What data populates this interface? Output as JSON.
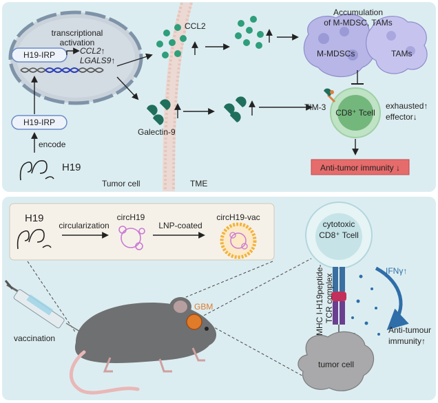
{
  "top_panel": {
    "tumor_cell": {
      "transcriptional_activation": [
        "transcriptional",
        "activation"
      ],
      "h19_irp_nuclear": "H19-IRP",
      "h19_irp_cytoplasm": "H19-IRP",
      "encode": "encode",
      "h19": "H19",
      "targets": [
        "CCL2↑",
        "LGALS9↑"
      ],
      "label": "Tumor cell"
    },
    "tme_label": "TME",
    "ccl2_label": "CCL2",
    "galectin_label": "Galectin-9",
    "accumulation": [
      "Accumulation",
      "of M-MDSC, TAMs"
    ],
    "mmdscs": "M-MDSCs",
    "tams": "TAMs",
    "tim3": "TIM-3",
    "tcell": "CD8⁺ Tcell",
    "exhausted": [
      "exhausted↑",
      "effector↓"
    ],
    "outcome": "Anti-tumor immunity ↓"
  },
  "bottom_panel": {
    "h19": "H19",
    "circularization": "circularization",
    "circh19": "circH19",
    "lnp_coated": "LNP-coated",
    "circh19_vac": "circH19-vac",
    "vaccination": "vaccination",
    "gbm": "GBM",
    "cytotoxic": [
      "cytotoxic",
      "CD8⁺ Tcell"
    ],
    "mhc_complex": [
      "MHC I-H19peptide-",
      "TCR complex"
    ],
    "ifn": "IFNγ↑",
    "anti_tumour": [
      "Anti-tumour",
      "immunity↑"
    ],
    "tumor_cell": "tumor cell"
  },
  "colors": {
    "panel_bg": "#dcedf1",
    "ccl2_dot": "#2e9e7b",
    "galectin": "#1f6f5c",
    "tcell_inner": "#5aa864",
    "tcell_outer": "#bfe3c4",
    "myeloid": "#b7b6e6",
    "outcome_box": "#e66b6b",
    "gbm": "#e07b2a",
    "ifn": "#2f6ea8",
    "circ": "#c879d6",
    "lnp": "#f2b23a"
  }
}
